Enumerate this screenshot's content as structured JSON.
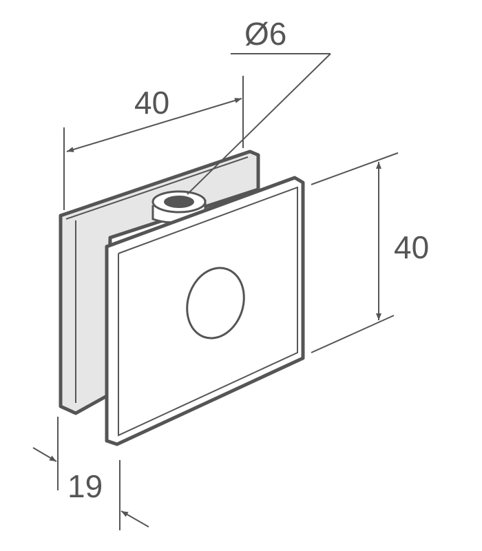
{
  "diagram": {
    "dimensions": {
      "width_label": "40",
      "height_label": "40",
      "depth_label": "19",
      "hole_label": "Ø6"
    },
    "colors": {
      "outline": "#555555",
      "back_plate_fill": "#e6e6e6",
      "front_plate_fill": "#ffffff",
      "dimension_line": "#555555"
    }
  }
}
